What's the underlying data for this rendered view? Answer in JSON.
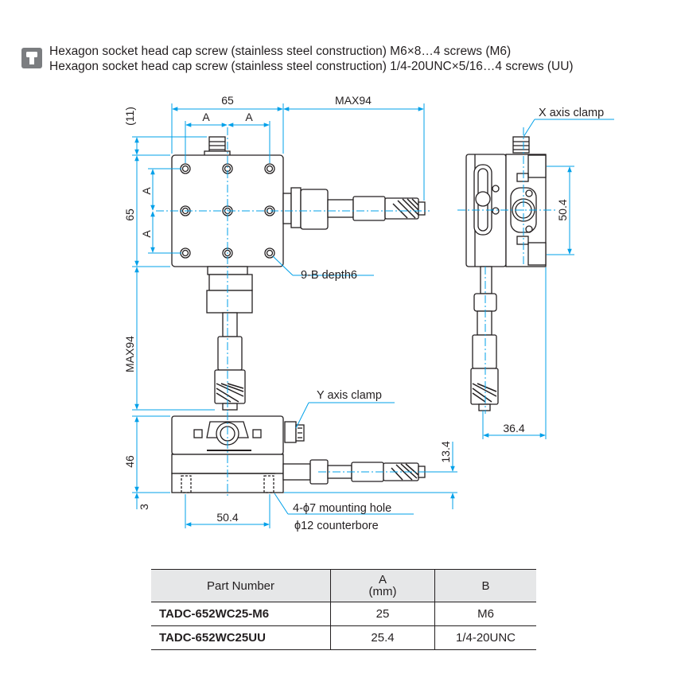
{
  "legend": {
    "icon": "socket-head-screw-icon",
    "line1": "Hexagon socket head cap screw (stainless steel construction) M6×8…4 screws (M6)",
    "line2": "Hexagon socket head cap screw (stainless steel construction) 1/4-20UNC×5/16…4 screws (UU)"
  },
  "dims": {
    "top_width": "65",
    "top_max": "MAX94",
    "a_left": "A",
    "a_right": "A",
    "a_upper": "A",
    "a_lower": "A",
    "left_65": "65",
    "paren_11": "(11)",
    "left_max94": "MAX94",
    "height_46": "46",
    "base_3": "3",
    "bottom_50_4": "50.4",
    "side_13_4": "13.4",
    "right_50_4": "50.4",
    "right_36_4": "36.4"
  },
  "notes": {
    "x_clamp": "X axis clamp",
    "y_clamp": "Y axis clamp",
    "holes": "9-B depth6",
    "mount1": "4-ϕ7 mounting hole",
    "mount2": "ϕ12 counterbore"
  },
  "table": {
    "headers": {
      "part": "Part Number",
      "a": "A",
      "a_unit": "(mm)",
      "b": "B"
    },
    "rows": [
      {
        "part": "TADC-652WC25-M6",
        "a": "25",
        "b": "M6"
      },
      {
        "part": "TADC-652WC25UU",
        "a": "25.4",
        "b": "1/4-20UNC"
      }
    ]
  },
  "colors": {
    "line": "#231f20",
    "centerline": "#00a0e9",
    "dimension": "#00a0e9",
    "header_bg": "#e6e7e8",
    "icon": "#7b7d80"
  }
}
